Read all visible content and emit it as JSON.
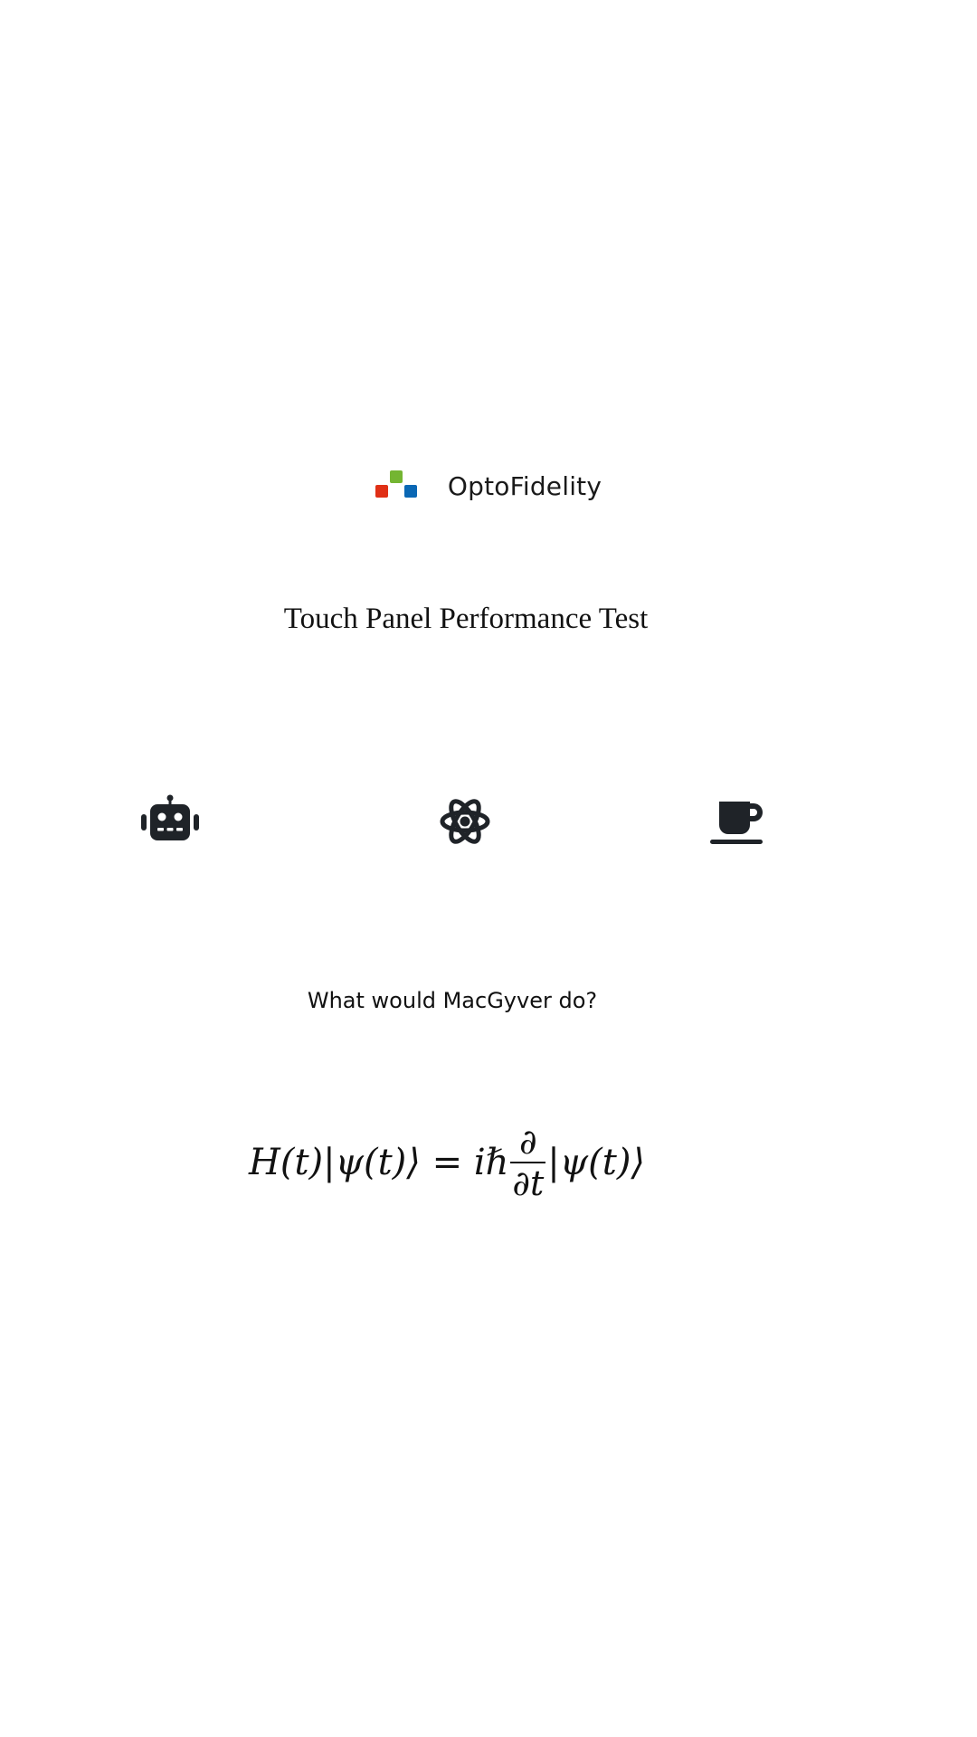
{
  "brand": {
    "name": "OptoFidelity",
    "logo_colors": {
      "red": "#e03016",
      "green": "#74b532",
      "blue": "#0a67b4"
    }
  },
  "title": "Touch Panel Performance Test",
  "icons": [
    {
      "name": "robot-icon",
      "color": "#1f2328"
    },
    {
      "name": "atom-icon",
      "color": "#1f2328"
    },
    {
      "name": "coffee-cup-icon",
      "color": "#1f2328"
    }
  ],
  "subtitle": "What would MacGyver do?",
  "equation": {
    "left": "H(t)|ψ(t)⟩ = iℏ",
    "numerator": "∂",
    "denominator": "∂t",
    "right": "|ψ(t)⟩"
  }
}
